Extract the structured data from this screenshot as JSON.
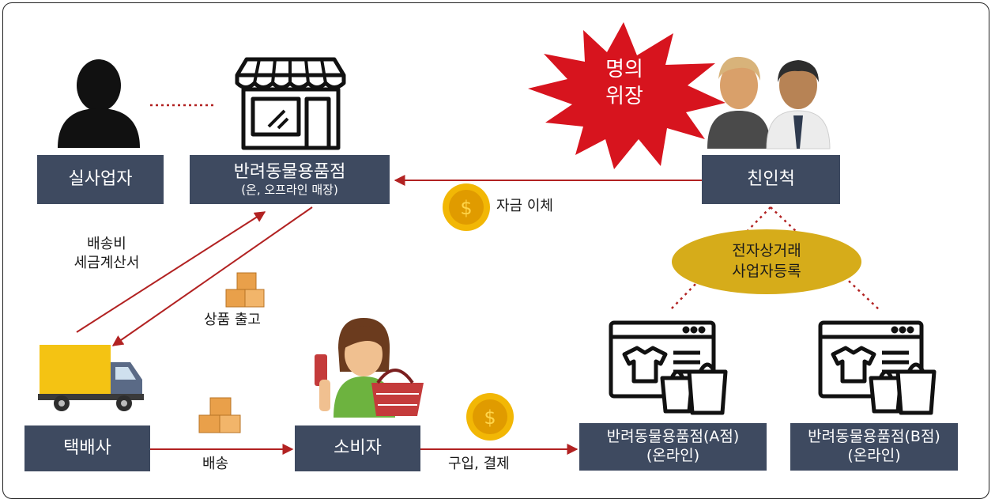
{
  "nodes": {
    "real_operator": "실사업자",
    "pet_store_title": "반려동물용품점",
    "pet_store_sub": "(온, 오프라인 매장)",
    "relative": "친인척",
    "courier": "택배사",
    "consumer": "소비자",
    "store_a_title": "반려동물용품점(A점)",
    "store_a_sub": "(온라인)",
    "store_b_title": "반려동물용품점(B점)",
    "store_b_sub": "(온라인)"
  },
  "burst": {
    "line1": "명의",
    "line2": "위장"
  },
  "ellipse": {
    "line1": "전자상거래",
    "line2": "사업자등록"
  },
  "labels": {
    "fund_transfer": "자금 이체",
    "shipping_fee_line1": "배송비",
    "shipping_fee_line2": "세금계산서",
    "product_release": "상품 출고",
    "delivery": "배송",
    "purchase_payment": "구입, 결제"
  },
  "colors": {
    "box_fill": "#3e4a60",
    "arrow": "#b22222",
    "burst": "#d7141e",
    "ellipse": "#d6ac1a",
    "coin": "#f2b705"
  },
  "icons": [
    "person-silhouette-icon",
    "storefront-icon",
    "couple-icon",
    "box-stack-icon",
    "truck-icon",
    "shopper-icon",
    "coin-icon",
    "online-shop-icon"
  ]
}
